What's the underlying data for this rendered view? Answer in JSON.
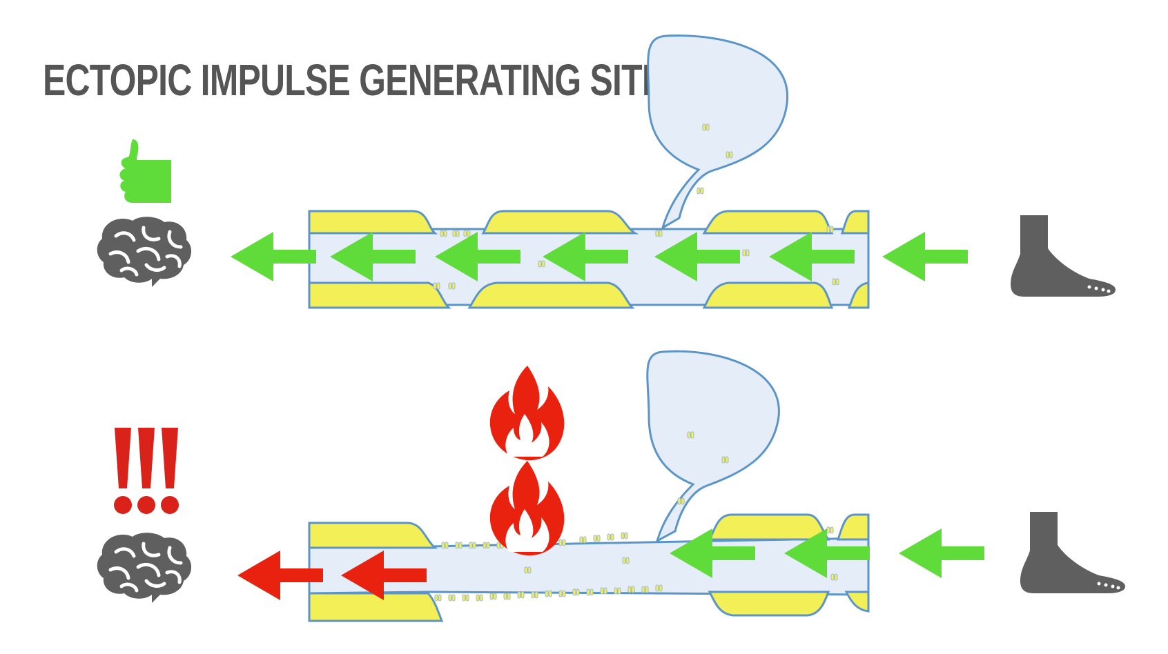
{
  "title": "ECTOPIC IMPULSE GENERATING SITES",
  "colors": {
    "title": "#555555",
    "brain": "#5f5f5f",
    "foot": "#5f5f5f",
    "normal_arrow": "#5fdb3a",
    "ectopic_arrow": "#e8220e",
    "thumb": "#5fdb3a",
    "fire": "#e8220e",
    "alert": "#d9221a",
    "myelin": "#f3ef57",
    "axon": "#e4edf8",
    "outline": "#5b95c8"
  },
  "icons": {
    "approval": "thumbs-up-icon",
    "alert": "triple-exclamation-icon",
    "ectopic_site": "flame-icon",
    "brain": "brain-icon",
    "foot": "foot-icon"
  },
  "panels": [
    {
      "name": "normal",
      "signal": "normal",
      "arrow_count": 7,
      "arrow_color": "green"
    },
    {
      "name": "ectopic",
      "signal": "ectopic",
      "arrow_count": 5,
      "arrow_color": "green + red"
    }
  ]
}
